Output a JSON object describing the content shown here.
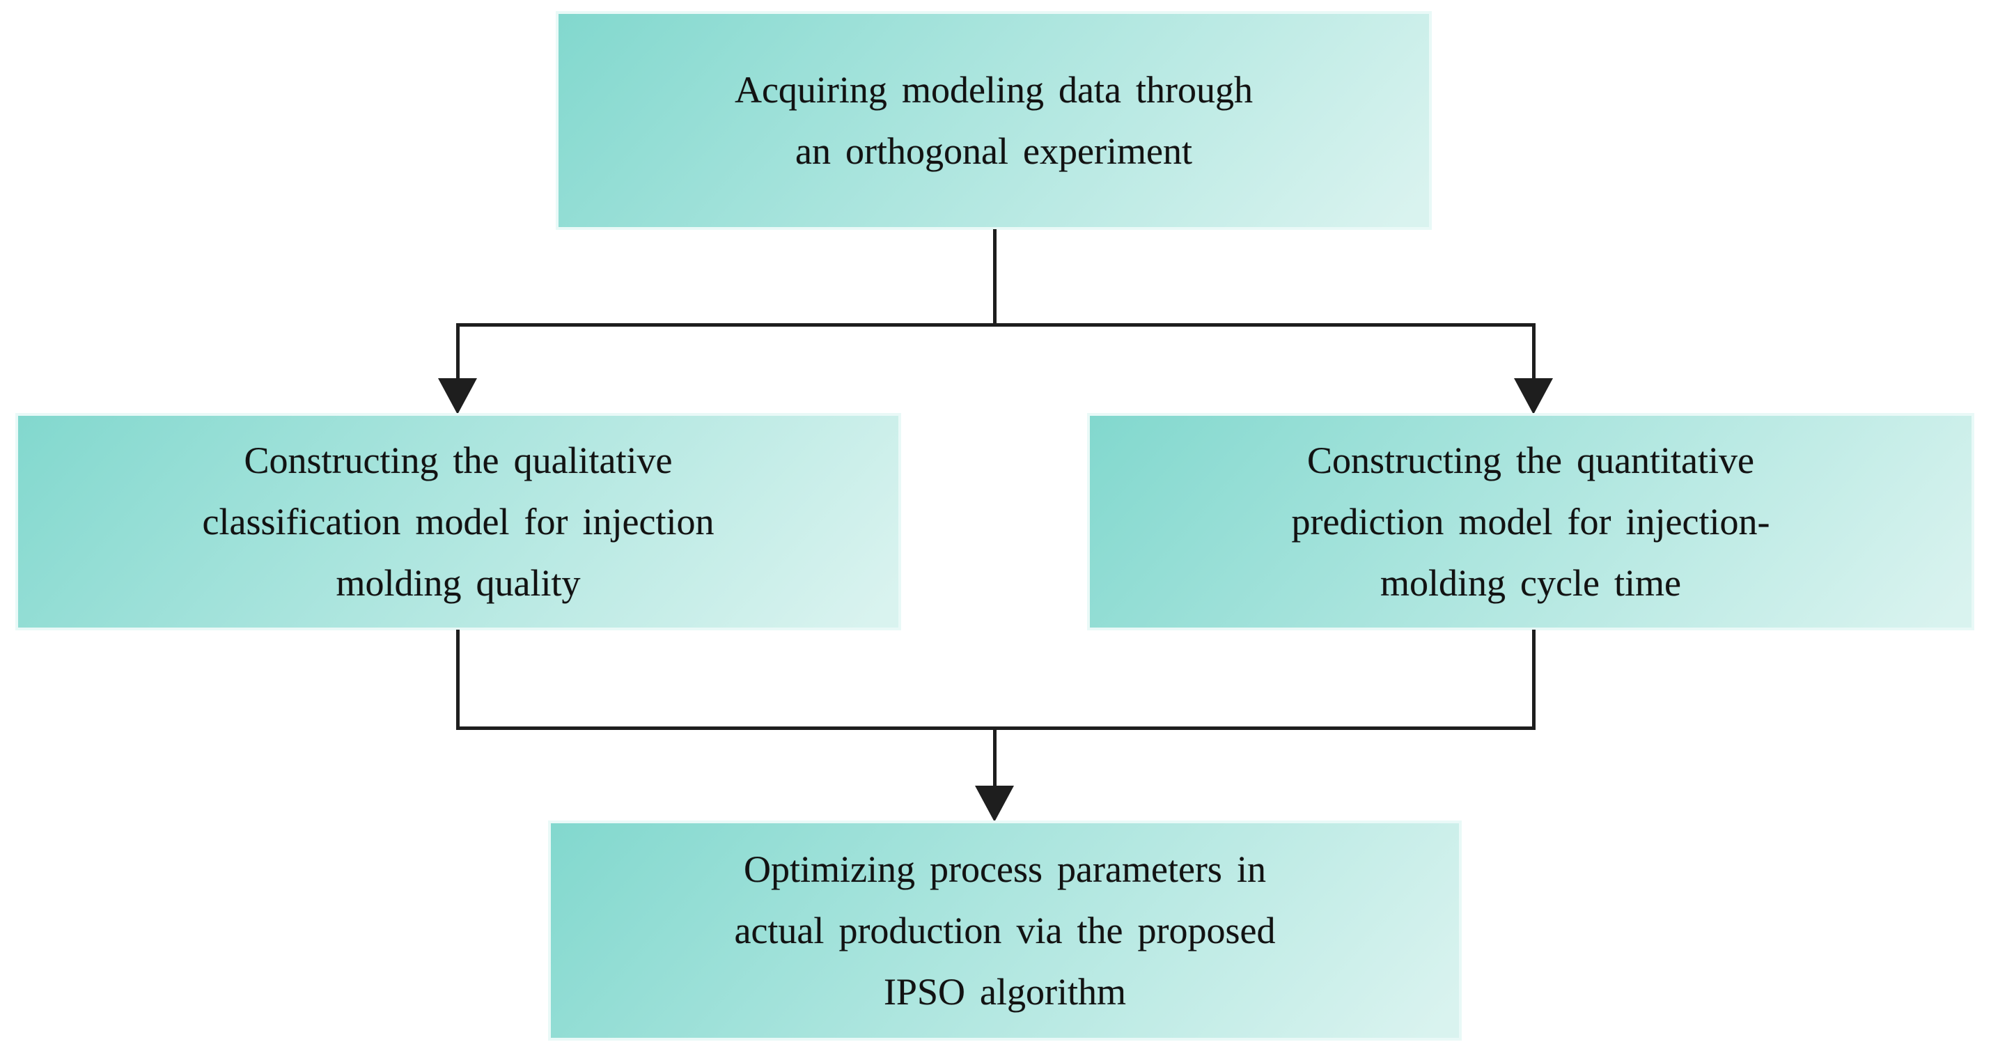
{
  "diagram": {
    "type": "flowchart",
    "boxes": {
      "acquire": {
        "lines": [
          "Acquiring modeling data through",
          "an orthogonal experiment"
        ]
      },
      "qualitative": {
        "lines": [
          "Constructing the qualitative",
          "classification model for injection",
          "molding quality"
        ]
      },
      "quantitative": {
        "lines": [
          "Constructing the quantitative",
          "prediction model for injection-",
          "molding cycle time"
        ]
      },
      "optimize": {
        "lines": [
          "Optimizing process parameters in",
          "actual production via the proposed",
          "IPSO algorithm"
        ]
      }
    },
    "colors": {
      "box_gradient_start": "#82d8ce",
      "box_gradient_mid": "#abe5de",
      "box_gradient_end": "#d9f3ef",
      "box_border": "#e9f9f7",
      "connector": "#1e1e1e",
      "text": "#121212",
      "background": "#ffffff"
    }
  }
}
